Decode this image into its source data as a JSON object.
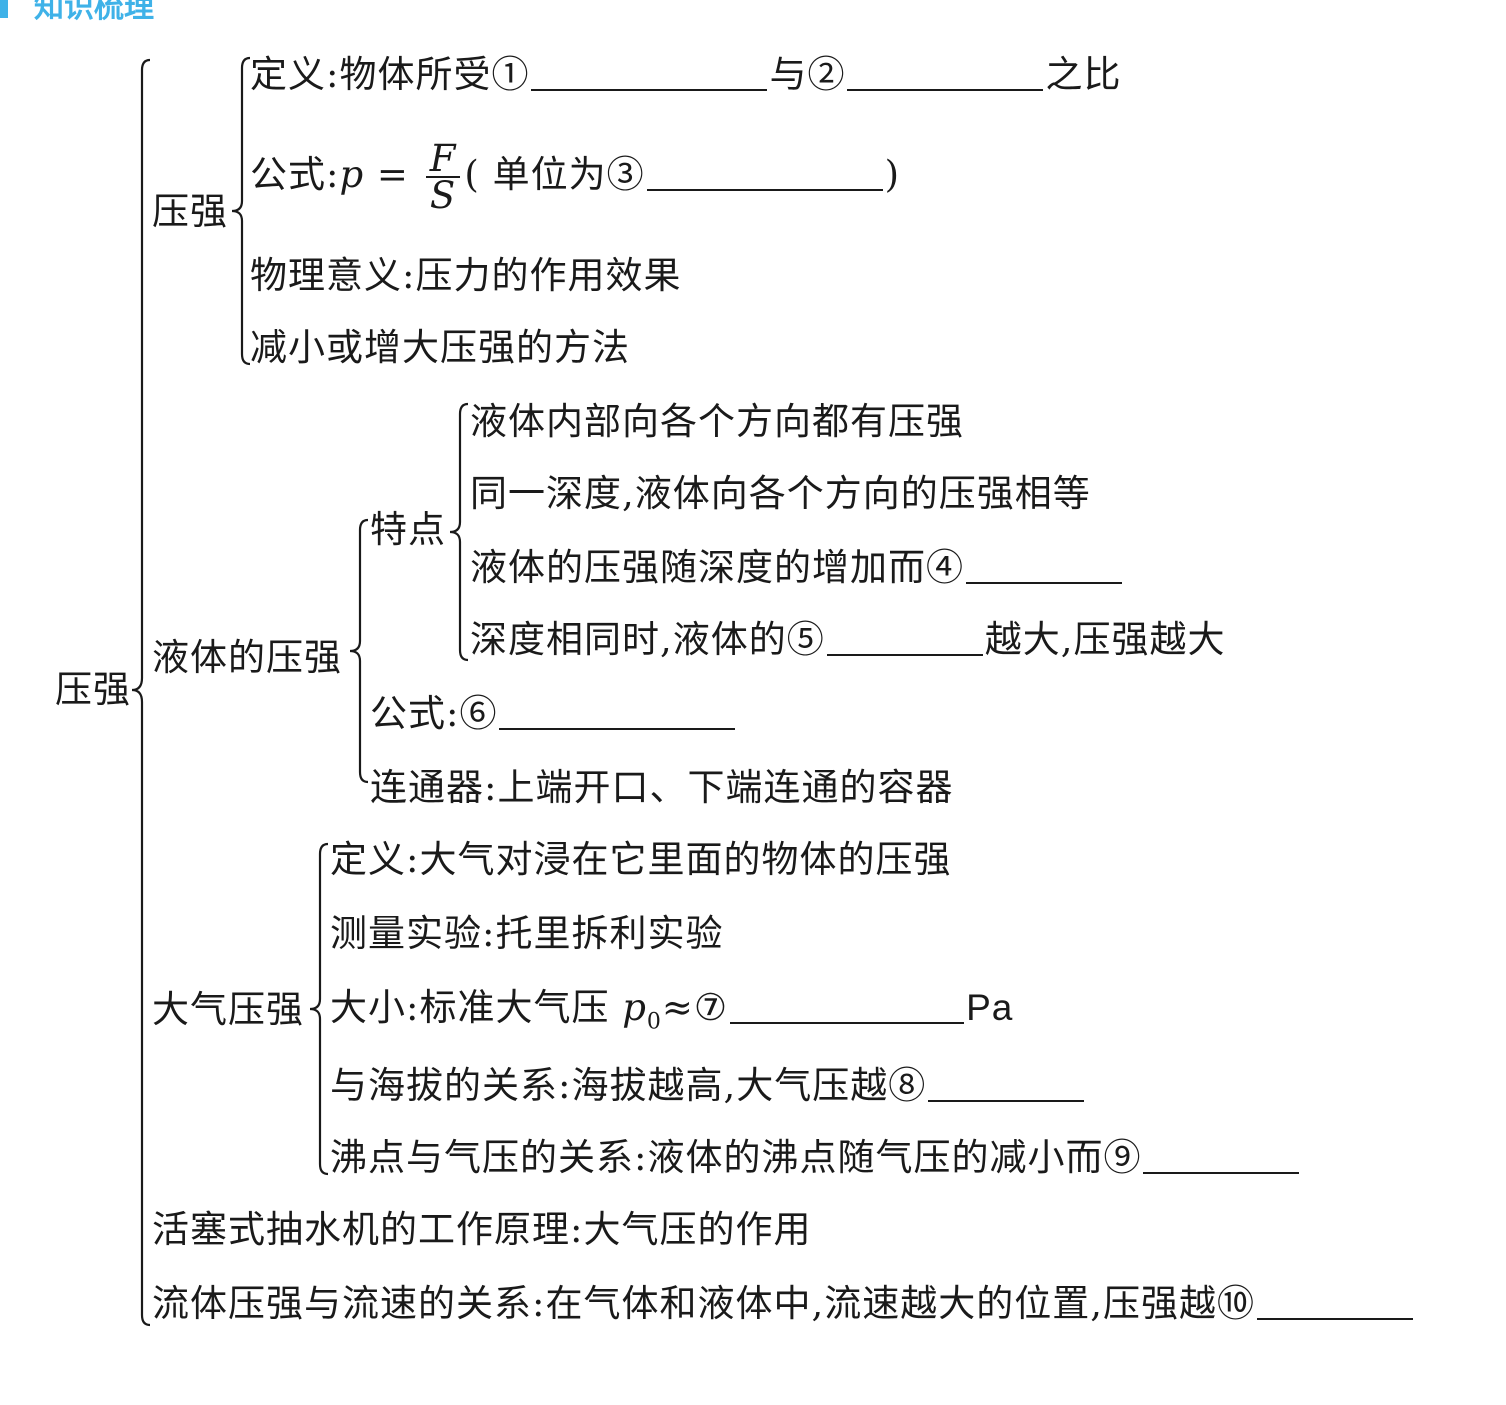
{
  "header": {
    "title": "知识梳理"
  },
  "root": "压强",
  "pressure": {
    "label": "压强",
    "definition": {
      "prefix": "定义:物体所受①",
      "mid": "与②",
      "suffix": "之比"
    },
    "formula": {
      "prefix": "公式:",
      "var": "p",
      "eq": " = ",
      "num": "F",
      "den": "S",
      "unit_prefix": "( 单位为③",
      "unit_suffix": ")"
    },
    "meaning": "物理意义:压力的作用效果",
    "methods": "减小或增大压强的方法"
  },
  "liquid": {
    "label": "液体的压强",
    "features_label": "特点",
    "features": [
      "液体内部向各个方向都有压强",
      "同一深度,液体向各个方向的压强相等",
      "液体的压强随深度的增加而④",
      "深度相同时,液体的⑤"
    ],
    "feature4_suffix": "越大,压强越大",
    "formula": "公式:⑥",
    "connector": "连通器:上端开口、下端连通的容器"
  },
  "atmos": {
    "label": "大气压强",
    "definition": "定义:大气对浸在它里面的物体的压强",
    "experiment": "测量实验:托里拆利实验",
    "size_prefix": "大小:标准大气压 ",
    "size_var": "p",
    "size_sub": "0",
    "size_mid": "≈⑦",
    "size_unit": "Pa",
    "altitude": "与海拔的关系:海拔越高,大气压越⑧",
    "boiling": "沸点与气压的关系:液体的沸点随气压的减小而⑨"
  },
  "pump": "活塞式抽水机的工作原理:大气压的作用",
  "fluid": "流体压强与流速的关系:在气体和液体中,流速越大的位置,压强越⑩"
}
